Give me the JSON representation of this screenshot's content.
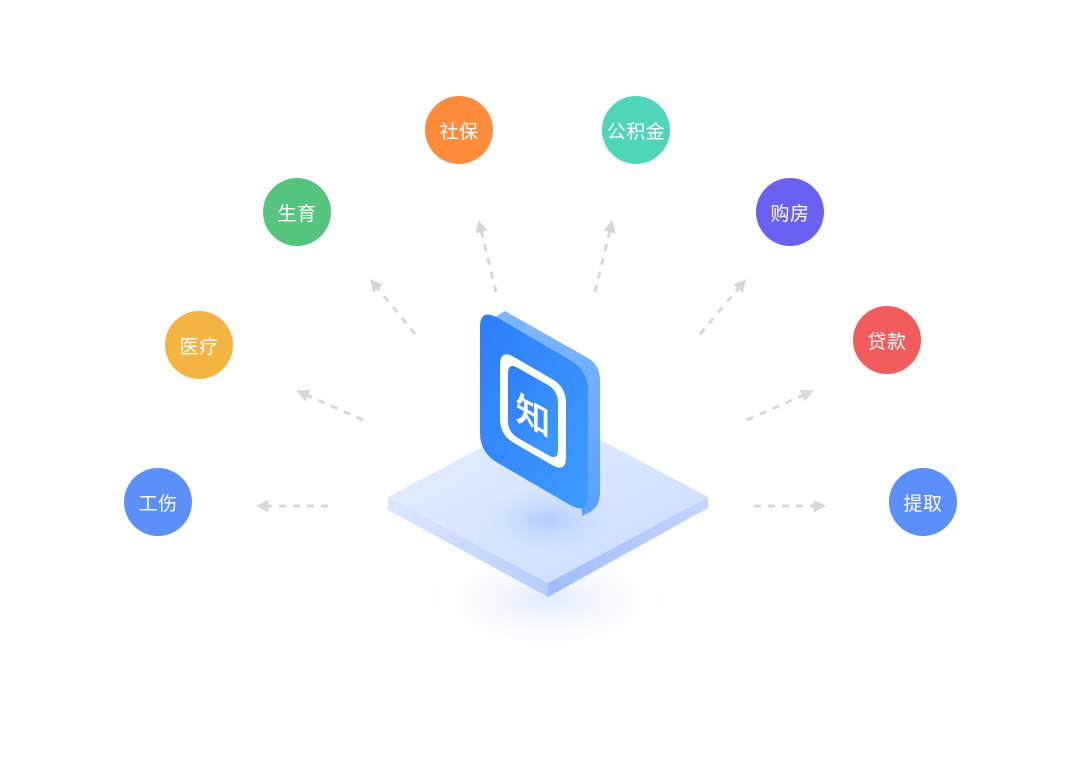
{
  "center": {
    "logo_char": "知",
    "logo_color": "#3d8bff"
  },
  "nodes": [
    {
      "id": "shebao",
      "label": "社保",
      "color": "#ff8c3a"
    },
    {
      "id": "gongjijin",
      "label": "公积金",
      "color": "#4fd6b8"
    },
    {
      "id": "shengyu",
      "label": "生育",
      "color": "#55c47f"
    },
    {
      "id": "goufang",
      "label": "购房",
      "color": "#6a61f2"
    },
    {
      "id": "yiliao",
      "label": "医疗",
      "color": "#f5b442"
    },
    {
      "id": "daikuan",
      "label": "贷款",
      "color": "#f25c5c"
    },
    {
      "id": "gongshang",
      "label": "工伤",
      "color": "#5b8ff9"
    },
    {
      "id": "tiqu",
      "label": "提取",
      "color": "#5b8ff9"
    }
  ]
}
